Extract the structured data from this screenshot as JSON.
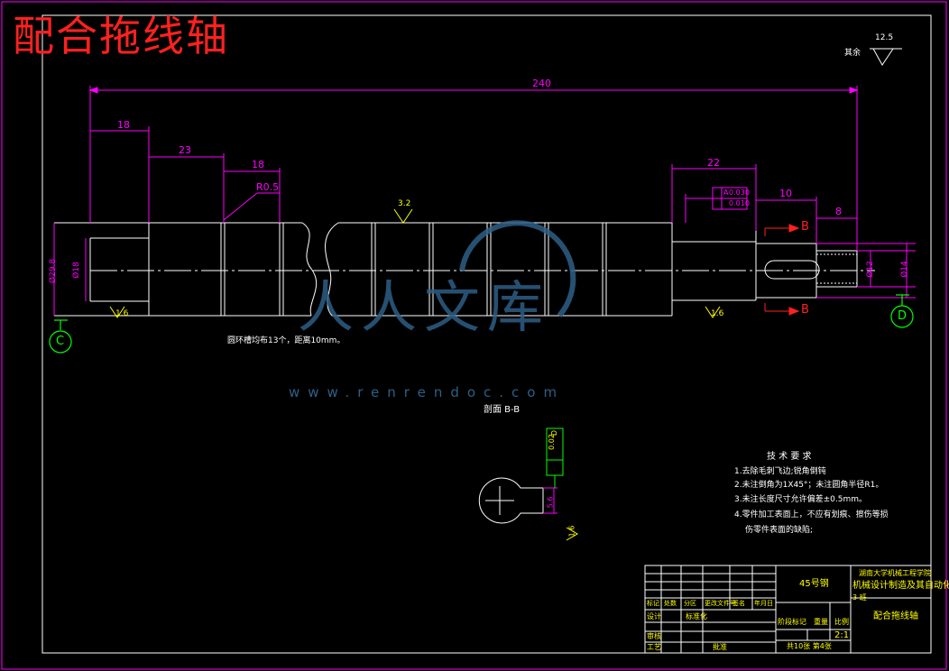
{
  "title": "配合拖线轴",
  "roughness": {
    "other_label": "其余",
    "value": "12.5"
  },
  "dimensions": {
    "overall": "240",
    "d18_left": "18",
    "d23": "23",
    "d18_mid": "18",
    "r05": "R0.5",
    "d22": "22",
    "d10": "10",
    "d8": "8",
    "dia_left_outer": "Ø29.8",
    "dia_left_inner": "Ø18",
    "dia_right_1": "Ø12",
    "dia_right_2": "Ø14",
    "rough_32": "3.2",
    "rough_16_left": "1.6",
    "rough_16_right": "1.6",
    "tol_1": "0.030",
    "tol_2": "0.010",
    "tol_ref": "A",
    "section_depth": "5.6",
    "section_rough": "1.6",
    "section_tol": "0.02",
    "section_tol_ref": "D"
  },
  "section_marks": {
    "letter": "B"
  },
  "datums": {
    "left": "C",
    "right": "D"
  },
  "notes": {
    "groove": "圆环槽均布13个，距离10mm。",
    "section_title": "剖面 B-B"
  },
  "tech_requirements": {
    "heading": "技 术 要 求",
    "items": [
      "1.去除毛刺飞边;锐角倒钝",
      "2.未注倒角为1X45°；未注圆角半径R1。",
      "3.未注长度尺寸允许偏差±0.5mm。",
      "4.零件加工表面上，不应有划痕、擦伤等损",
      "伤零件表面的缺陷;"
    ]
  },
  "title_block": {
    "material": "45号钢",
    "school": "湖南大学机械工程学院",
    "major": "机械设计制造及其自动化",
    "class": "3 班",
    "part_name": "配合拖线轴",
    "scale": "2:1",
    "sheet_info": "共10张 第4张",
    "row_headers": [
      "标记",
      "处数",
      "分区",
      "更改文件号",
      "签名",
      "年月日"
    ],
    "design": "设计",
    "standardize": "标准化",
    "review": "审核",
    "process": "工艺",
    "approve": "批准",
    "stage_label": "阶段标记",
    "weight_label": "重量",
    "scale_label": "比例"
  },
  "watermark": {
    "text": "人人文库",
    "url": "www.renrendoc.com"
  },
  "colors": {
    "background": "#000000",
    "outline": "#ffffff",
    "dimension": "#ff00ff",
    "annotation": "#ffff00",
    "title": "#ff2020",
    "datum": "#00ff00"
  }
}
